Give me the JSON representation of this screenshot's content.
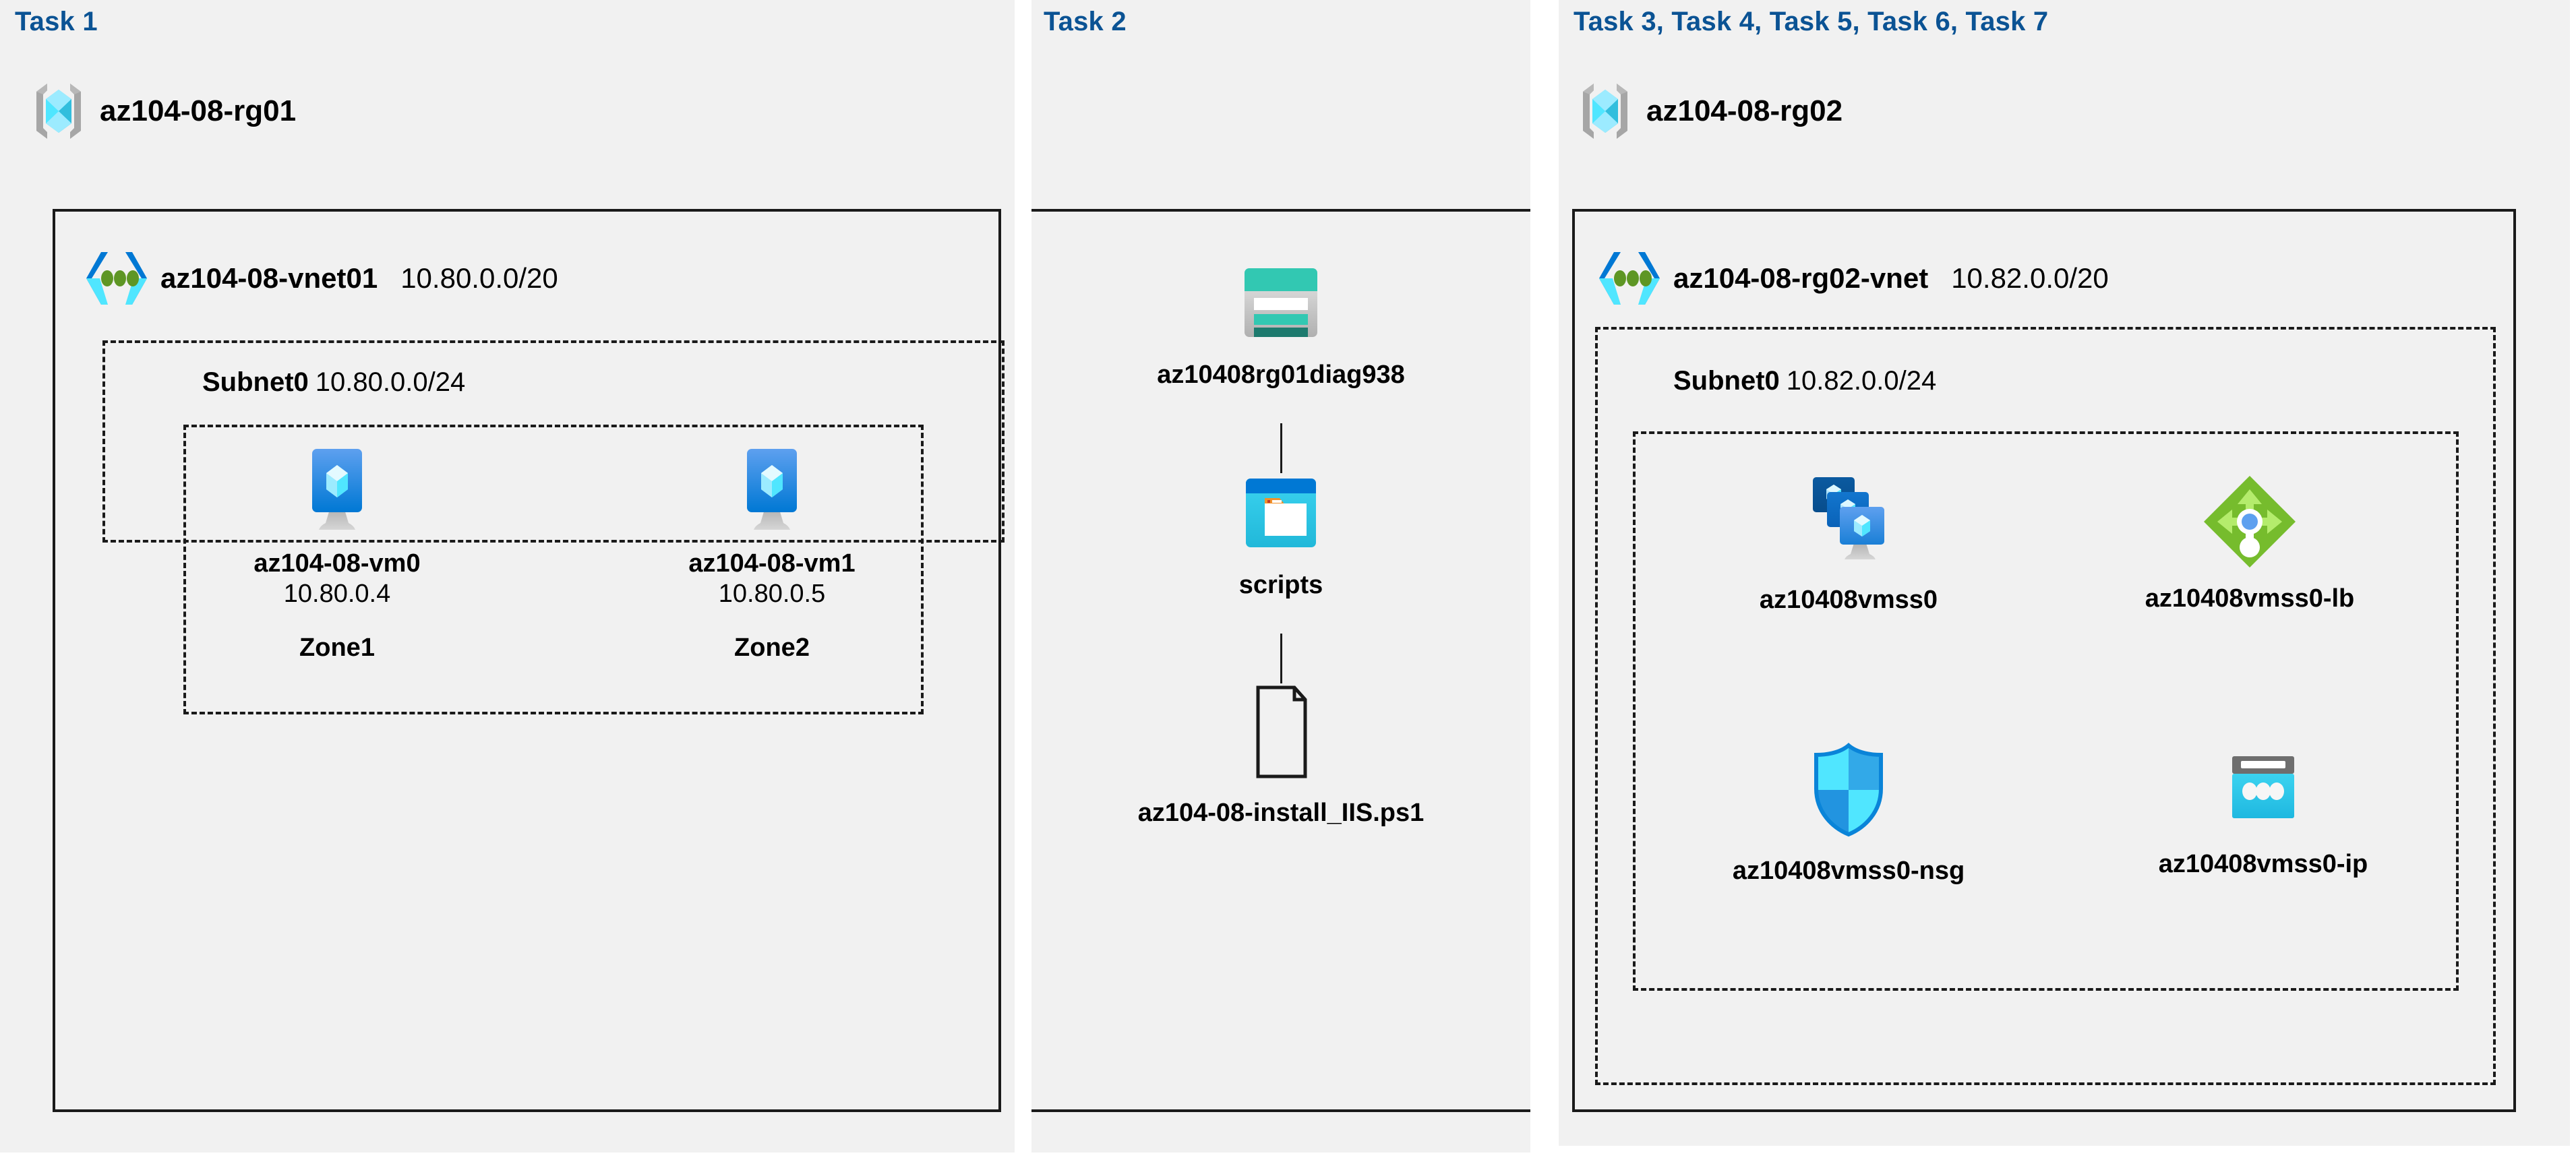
{
  "columns": [
    {
      "id": "left",
      "task_label": "Task 1"
    },
    {
      "id": "mid",
      "task_label": "Task 2"
    },
    {
      "id": "right",
      "task_label": "Task 3, Task 4, Task 5, Task 6, Task 7"
    }
  ],
  "left": {
    "resource_group": {
      "name": "az104-08-rg01",
      "icon": "resource-group-icon"
    },
    "vnet": {
      "name": "az104-08-vnet01",
      "cidr": "10.80.0.0/20",
      "icon": "virtual-network-icon"
    },
    "subnet": {
      "name": "Subnet0",
      "cidr": "10.80.0.0/24"
    },
    "vms": [
      {
        "name": "az104-08-vm0",
        "ip": "10.80.0.4",
        "zone": "Zone1",
        "icon": "virtual-machine-icon"
      },
      {
        "name": "az104-08-vm1",
        "ip": "10.80.0.5",
        "zone": "Zone2",
        "icon": "virtual-machine-icon"
      }
    ]
  },
  "mid": {
    "items": [
      {
        "name": "az10408rg01diag938",
        "icon": "storage-account-icon"
      },
      {
        "name": "scripts",
        "icon": "blob-container-icon"
      },
      {
        "name": "az104-08-install_IIS.ps1",
        "icon": "file-icon"
      }
    ]
  },
  "right": {
    "resource_group": {
      "name": "az104-08-rg02",
      "icon": "resource-group-icon"
    },
    "vnet": {
      "name": "az104-08-rg02-vnet",
      "cidr": "10.82.0.0/20",
      "icon": "virtual-network-icon"
    },
    "subnet": {
      "name": "Subnet0",
      "cidr": "10.82.0.0/24"
    },
    "resources": [
      {
        "name": "az10408vmss0",
        "icon": "vm-scale-set-icon"
      },
      {
        "name": "az10408vmss0-lb",
        "icon": "load-balancer-icon"
      },
      {
        "name": "az10408vmss0-nsg",
        "icon": "network-security-group-icon"
      },
      {
        "name": "az10408vmss0-ip",
        "icon": "public-ip-address-icon"
      }
    ]
  },
  "colors": {
    "task_blue": "#0b5394",
    "panel_bg": "#f1f1f1",
    "border": "#1a1a1a",
    "azure_blue": "#0078d4",
    "azure_cyan": "#50e6ff",
    "storage_teal": "#2bc4ab",
    "lb_green": "#76bc2d",
    "nsg_blue": "#32bedd"
  }
}
